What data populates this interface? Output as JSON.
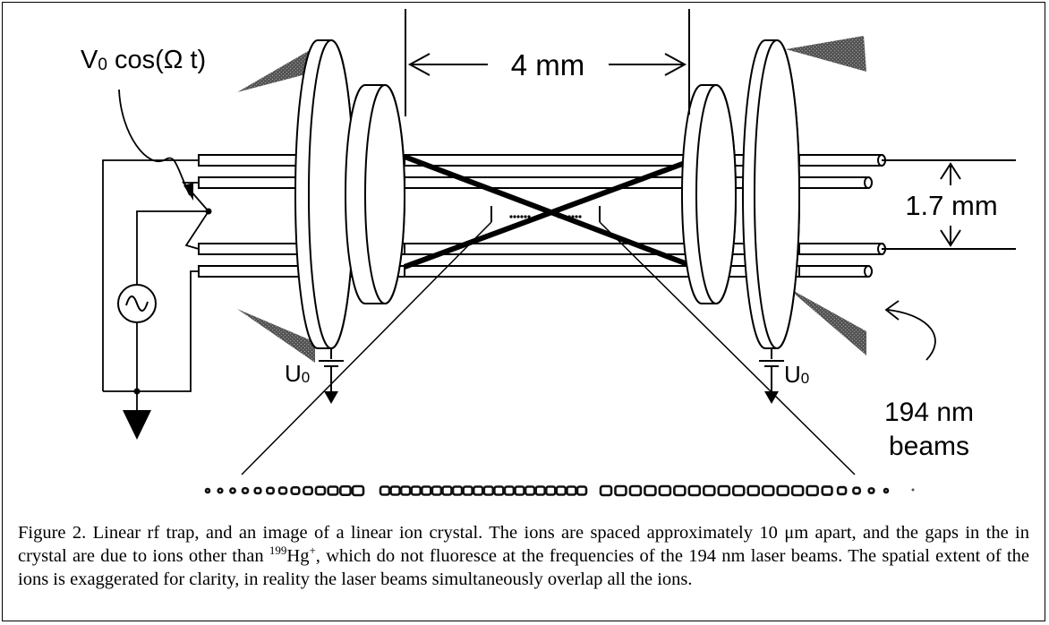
{
  "labels": {
    "dimension_length": "4 mm",
    "dimension_spacing": "1.7 mm",
    "drive_voltage_base": "V",
    "drive_voltage_sub": "0",
    "drive_voltage_rest": " cos(Ω t)",
    "endcap_left_base": "U",
    "endcap_left_sub": "0",
    "endcap_right_base": "U",
    "endcap_right_sub": "0",
    "beams_line1": "194 nm",
    "beams_line2": "beams"
  },
  "caption": {
    "part1": "Figure 2. Linear rf trap, and an image of a linear ion crystal.  The ions are spaced approximately 10 μm apart, and the gaps in the in crystal are due to ions other than ",
    "isotope": "199",
    "element": "Hg",
    "charge": "+",
    "part2": ", which do not fluoresce at the frequencies of the 194 nm laser beams. The spatial extent of the ions is exaggerated for clarity, in reality the laser beams simultaneously overlap all the ions."
  }
}
